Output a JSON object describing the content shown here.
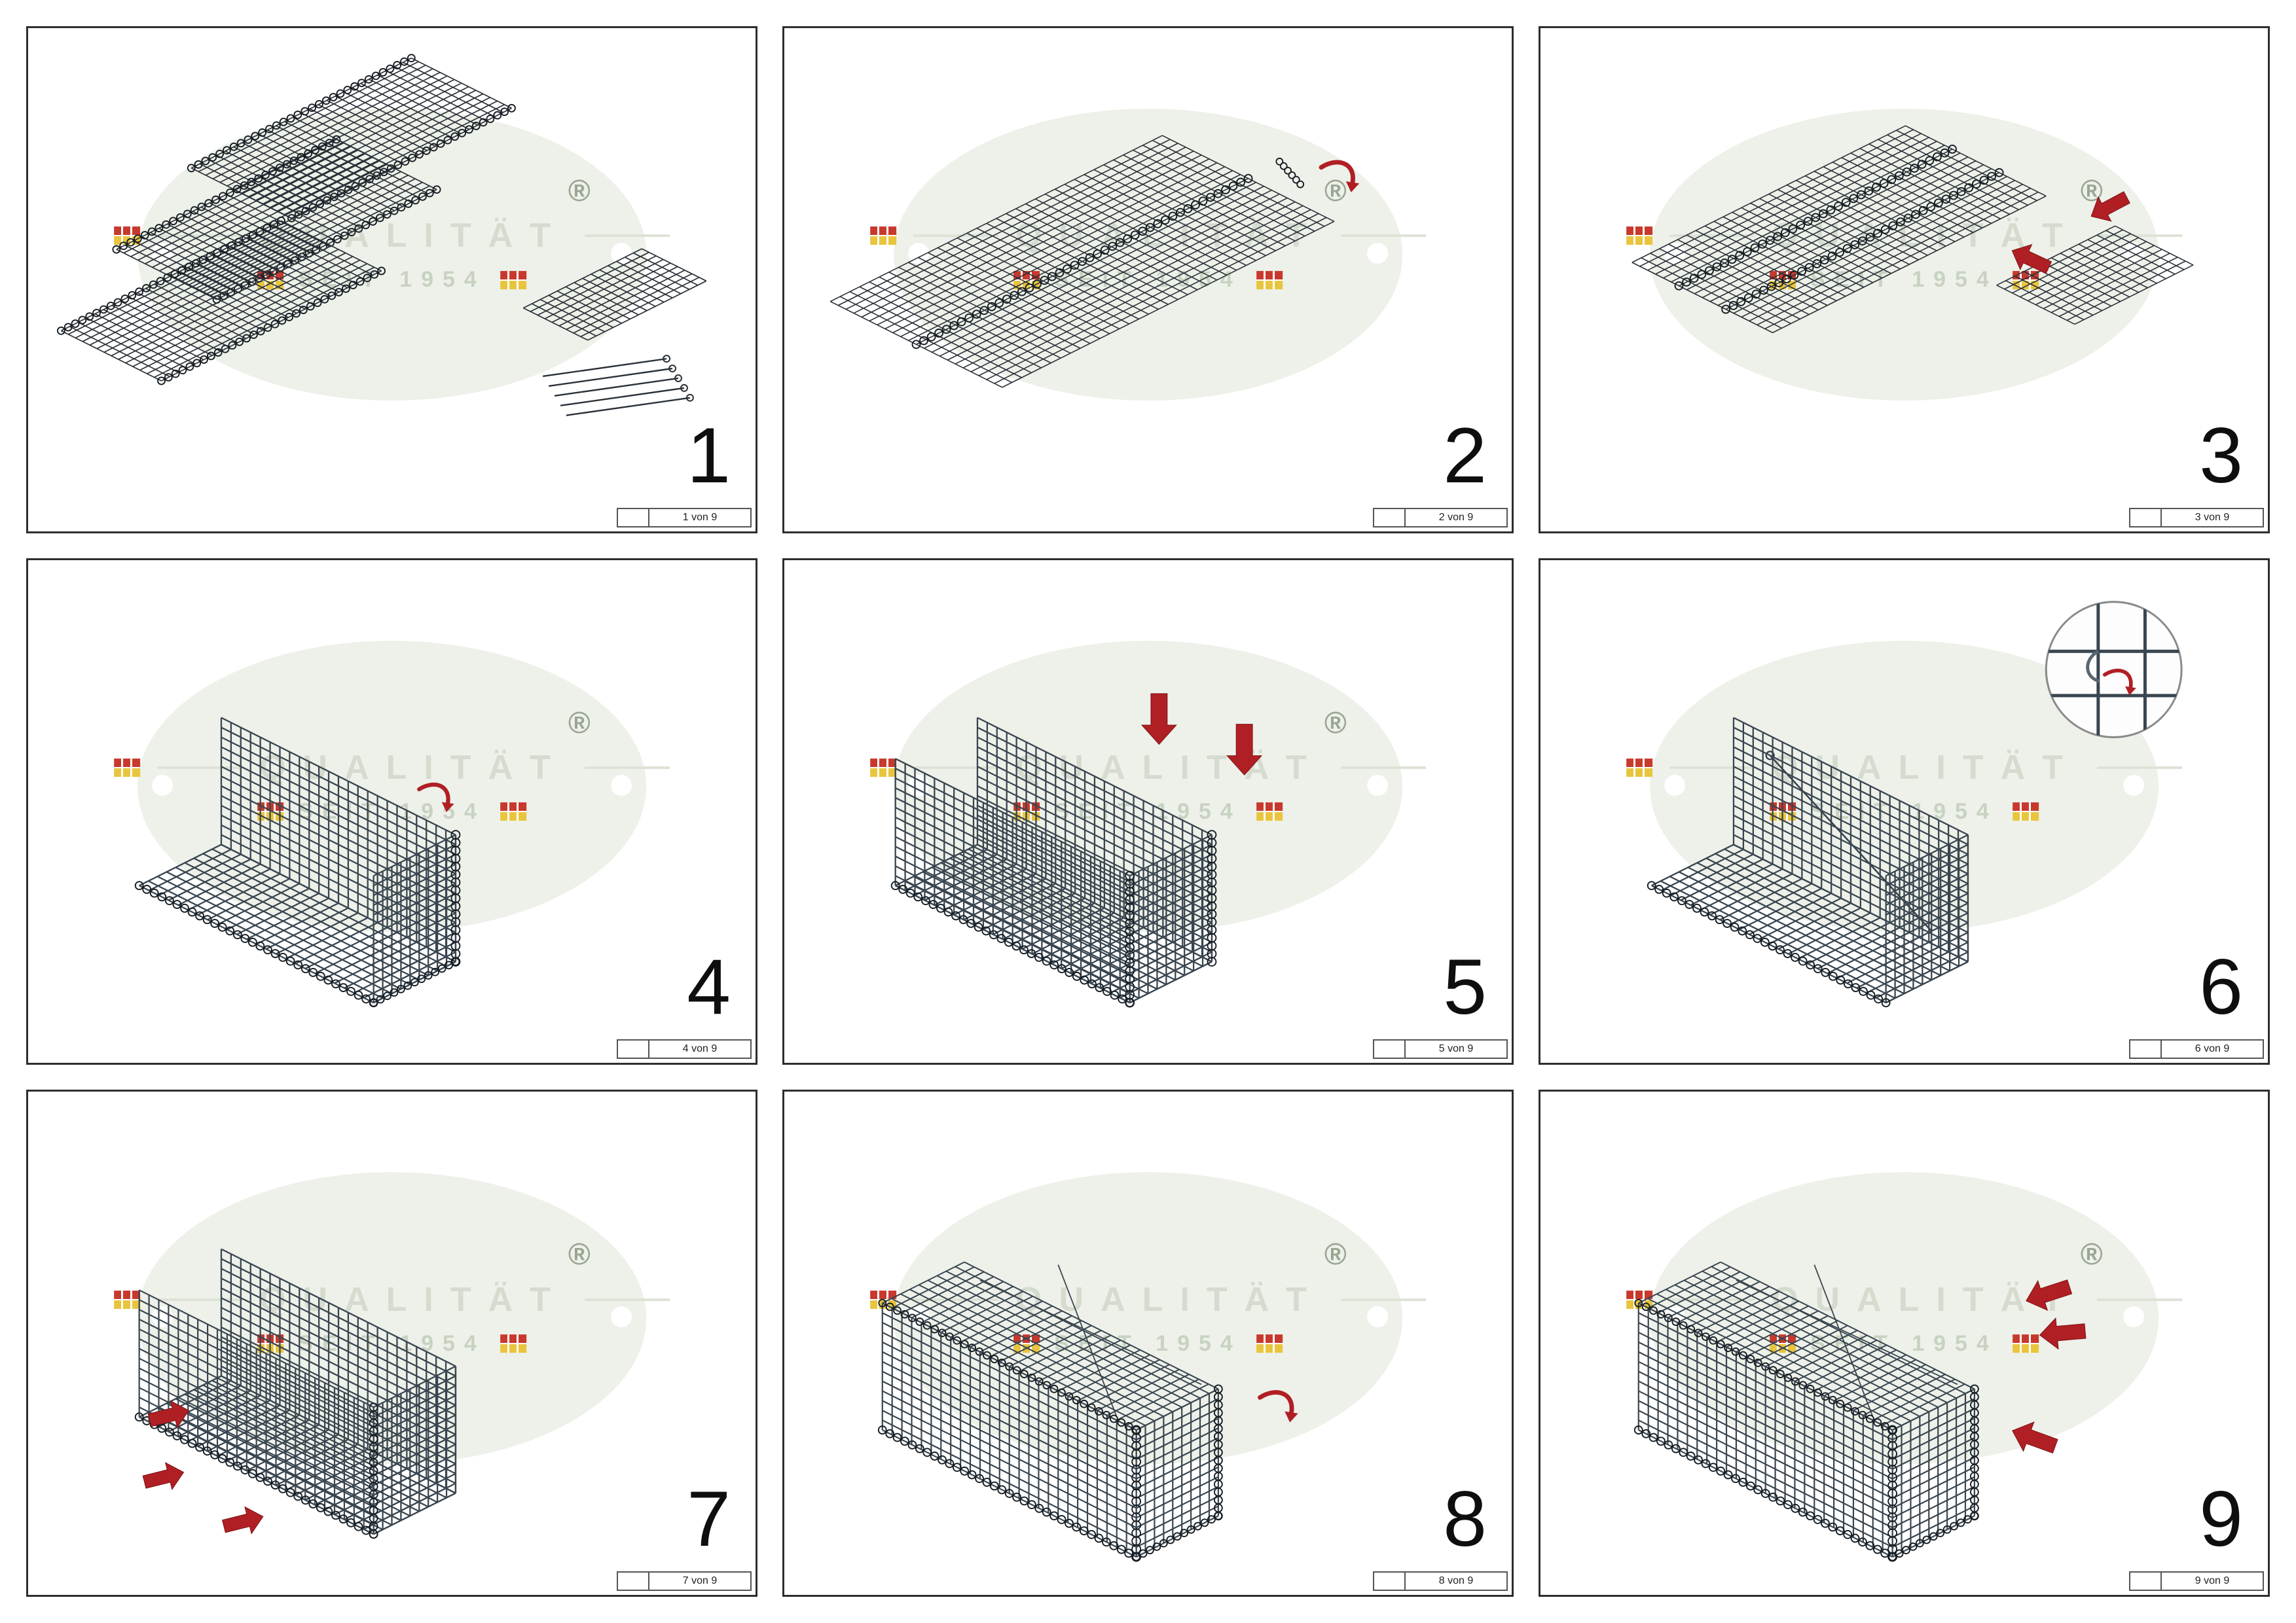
{
  "watermark": {
    "line1": "QUALITÄT",
    "line2": "SEIT 1954",
    "registered": "®"
  },
  "steps": [
    {
      "number": "1",
      "sheet_label": "1 von 9"
    },
    {
      "number": "2",
      "sheet_label": "2 von 9"
    },
    {
      "number": "3",
      "sheet_label": "3 von 9"
    },
    {
      "number": "4",
      "sheet_label": "4 von 9"
    },
    {
      "number": "5",
      "sheet_label": "5 von 9"
    },
    {
      "number": "6",
      "sheet_label": "6 von 9"
    },
    {
      "number": "7",
      "sheet_label": "7 von 9"
    },
    {
      "number": "8",
      "sheet_label": "8 von 9"
    },
    {
      "number": "9",
      "sheet_label": "9 von 9"
    }
  ]
}
